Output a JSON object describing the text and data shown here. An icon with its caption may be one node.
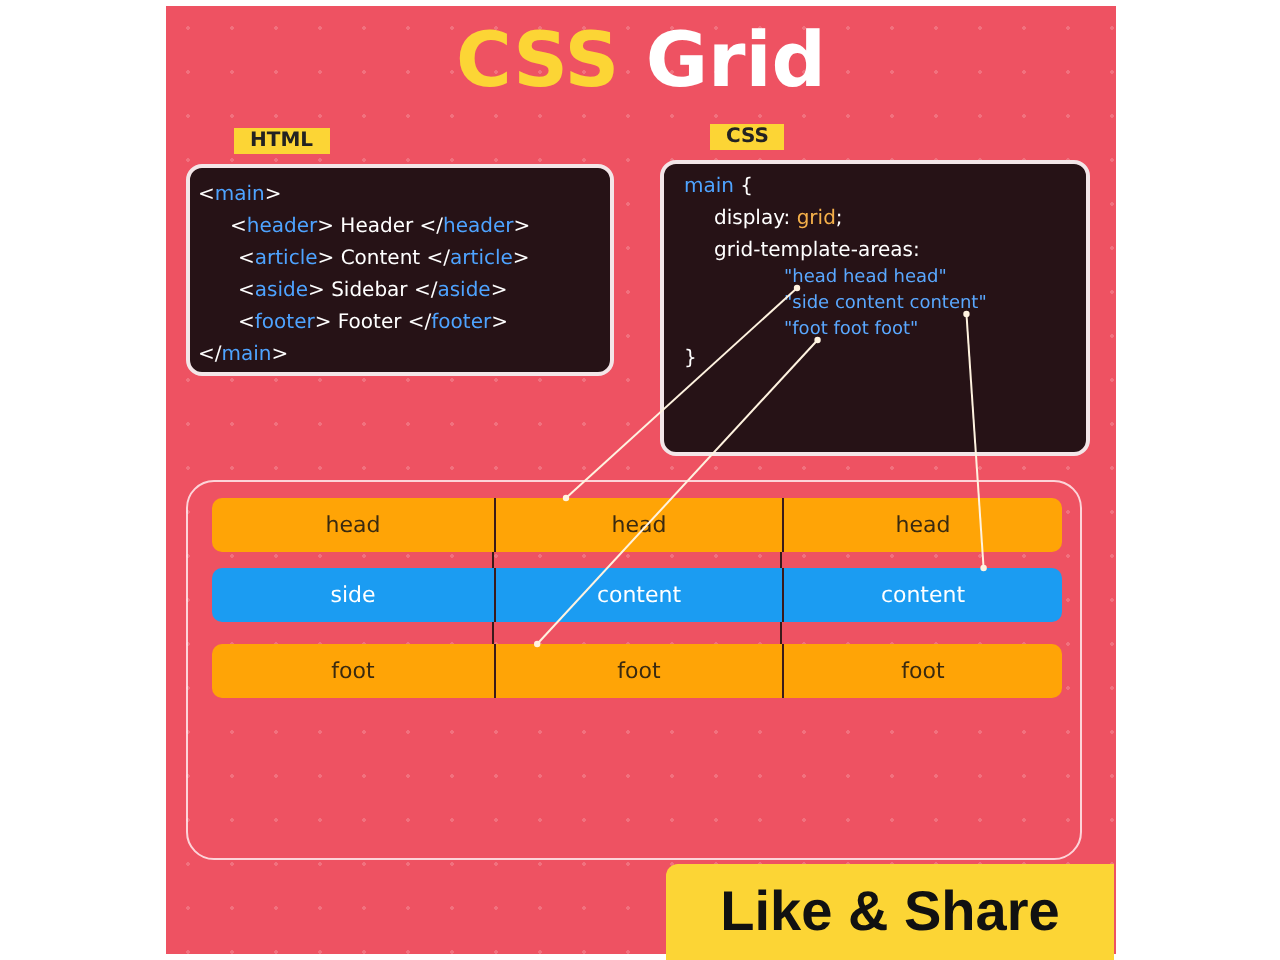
{
  "diagram": {
    "title": "CSS Grid",
    "nodes": [
      {
        "text": [
          "HTML",
          "<main>",
          "<header> Header </header>",
          "<article> Content </article>",
          "<aside> Sidebar </aside>",
          "<footer> Footer </footer>",
          "</main>"
        ]
      },
      {
        "text": [
          "CSS",
          "main {",
          "display: grid;",
          "grid-template-areas:",
          "}"
        ]
      },
      {
        "text": [
          "\"head head head\""
        ],
        "in": 1
      },
      {
        "text": [
          "\"side content content\""
        ],
        "in": 1
      },
      {
        "text": [
          "\"foot foot foot\""
        ],
        "in": 1
      },
      {
        "text": [],
        "shape": "box"
      },
      {
        "text": [
          "head"
        ],
        "in": 5
      },
      {
        "text": [
          "head"
        ],
        "in": 5
      },
      {
        "text": [
          "head"
        ],
        "in": 5
      },
      {
        "text": [
          "side"
        ],
        "in": 5
      },
      {
        "text": [
          "content"
        ],
        "in": 5
      },
      {
        "text": [
          "content"
        ],
        "in": 5
      },
      {
        "text": [
          "foot"
        ],
        "in": 5
      },
      {
        "text": [
          "foot"
        ],
        "in": 5
      },
      {
        "text": [
          "foot"
        ],
        "in": 5
      }
    ],
    "edges": [
      {
        "from": 2,
        "to": 7,
        "arrow": "other"
      },
      {
        "from": 4,
        "to": 13,
        "arrow": "other"
      },
      {
        "from": 3,
        "to": 11,
        "arrow": "other"
      }
    ],
    "labels": [
      "Like & Share"
    ]
  }
}
